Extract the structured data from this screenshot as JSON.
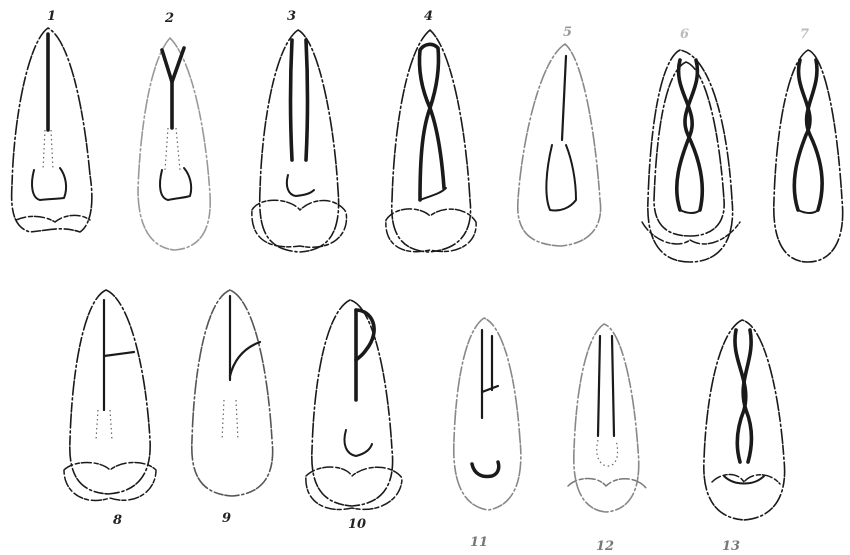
{
  "figure": {
    "labels": [
      "1",
      "2",
      "3",
      "4",
      "5",
      "6",
      "7",
      "8",
      "9",
      "10",
      "11",
      "12",
      "13"
    ],
    "ink_color": "#1a1a1a",
    "background": "#ffffff"
  }
}
